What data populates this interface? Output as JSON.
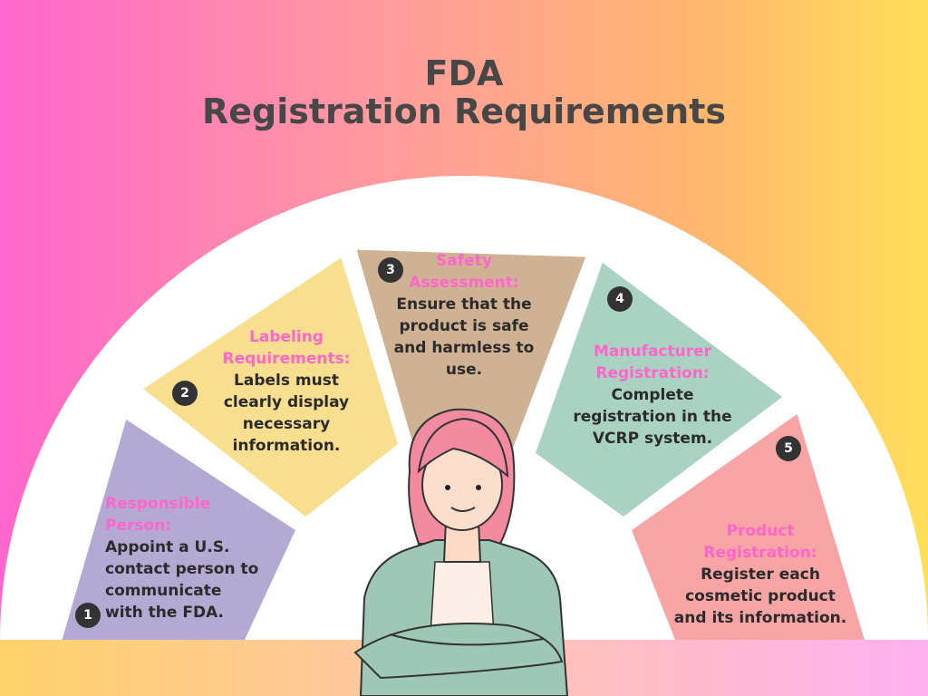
{
  "title": {
    "line1": "FDA",
    "line2": "Registration Requirements"
  },
  "colors": {
    "segment1": "#b4a9d3",
    "segment2": "#f7df8f",
    "segment3": "#cfb193",
    "segment4": "#a9d2c2",
    "segment5": "#f7a4a4",
    "heading": "#ff66cc",
    "badge": "#333333"
  },
  "segments": [
    {
      "number": "1",
      "heading": "Responsible Person:",
      "desc": "Appoint a U.S. contact person to communicate with the FDA."
    },
    {
      "number": "2",
      "heading": "Labeling Requirements:",
      "desc": "Labels must clearly display necessary information."
    },
    {
      "number": "3",
      "heading": "Safety Assessment:",
      "desc": "Ensure that the product is safe and harmless to use."
    },
    {
      "number": "4",
      "heading": "Manufacturer Registration:",
      "desc": "Complete registration in the VCRP system."
    },
    {
      "number": "5",
      "heading": "Product Registration:",
      "desc": "Register each cosmetic product and its information."
    }
  ]
}
